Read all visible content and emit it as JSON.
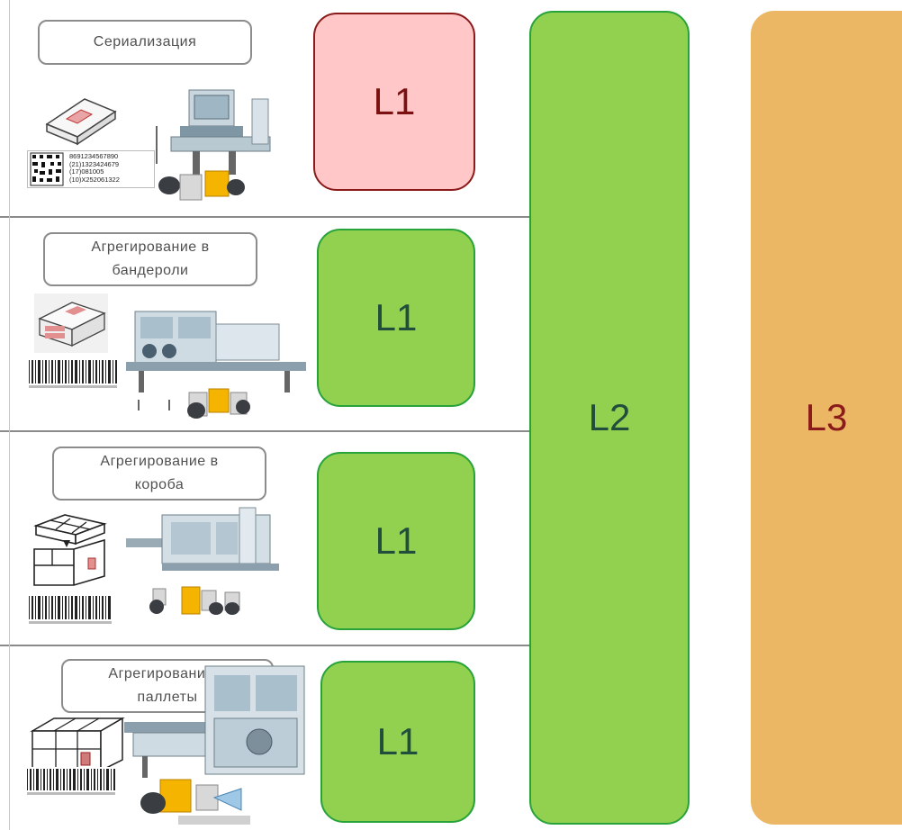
{
  "rows": [
    {
      "label": "Сериализация",
      "level": "L1",
      "level_style": "highlight"
    },
    {
      "label": "Агрегирование в бандероли",
      "level": "L1",
      "level_style": "normal"
    },
    {
      "label": "Агрегирование в короба",
      "level": "L1",
      "level_style": "normal"
    },
    {
      "label": "Агрегирование в паллеты",
      "level": "L1",
      "level_style": "normal"
    }
  ],
  "code_text": {
    "line1": "8691234567890",
    "line2": "(21)1323424679",
    "line3": "(17)081005",
    "line4": "(10)X252061322"
  },
  "level2": {
    "label": "L2"
  },
  "level3": {
    "label": "L3"
  },
  "colors": {
    "l1_highlight_fill": "#ffc7c7",
    "l1_highlight_border": "#8b1a1a",
    "l1_fill": "#92d050",
    "l2_fill": "#92d050",
    "l3_fill": "#ecb764",
    "text_dark_red": "#7b1010"
  },
  "icons": [
    "package-icon",
    "datamatrix-icon",
    "barcode-icon",
    "bundle-icon",
    "box-icon",
    "pallet-icon",
    "machine-icon",
    "printer-icon"
  ]
}
